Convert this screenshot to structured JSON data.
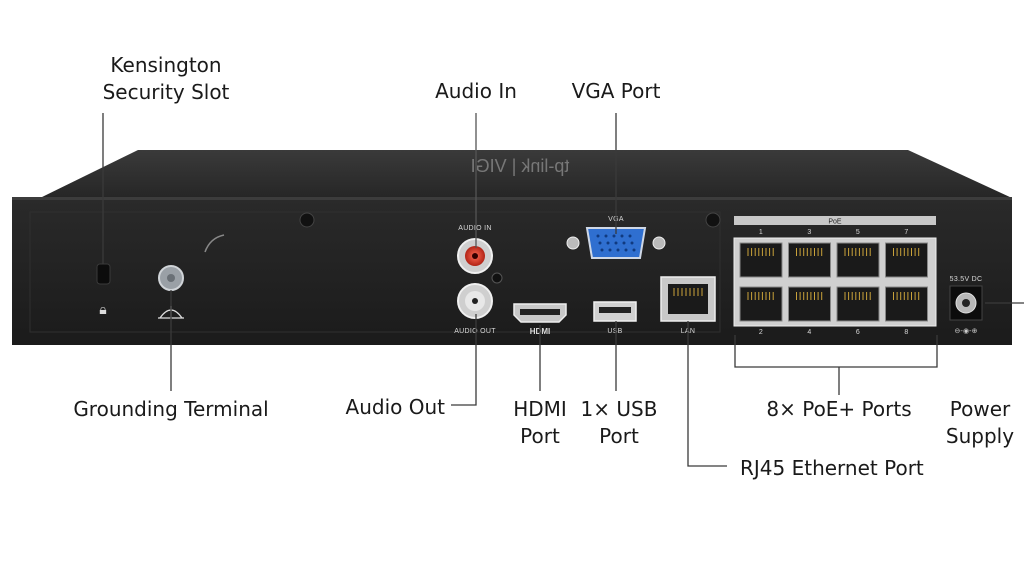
{
  "device": {
    "brand_text": "tp-link | VIGI",
    "panel_labels": {
      "audio_in": "AUDIO IN",
      "audio_out": "AUDIO OUT",
      "vga": "VGA",
      "hdmi": "HDMI",
      "usb": "USB",
      "lan": "LAN",
      "poe": "PoE",
      "power_rating": "53.5V DC",
      "port_numbers_top": [
        "1",
        "3",
        "5",
        "7"
      ],
      "port_numbers_bottom": [
        "2",
        "4",
        "6",
        "8"
      ]
    },
    "colors": {
      "chassis": "#202020",
      "chassis_top": "#303030",
      "vga_blue": "#2f6fd0",
      "audio_red": "#d43a2f",
      "leader_line": "#3a3a3a"
    }
  },
  "callouts": {
    "kensington": [
      "Kensington",
      "Security Slot"
    ],
    "audio_in": [
      "Audio In"
    ],
    "vga": [
      "VGA Port"
    ],
    "grounding": [
      "Grounding Terminal"
    ],
    "audio_out": [
      "Audio Out"
    ],
    "hdmi": [
      "HDMI",
      "Port"
    ],
    "usb": [
      "1× USB",
      "Port"
    ],
    "poe": [
      "8× PoE+ Ports"
    ],
    "power": [
      "Power",
      "Supply"
    ],
    "rj45": [
      "RJ45 Ethernet Port"
    ]
  }
}
